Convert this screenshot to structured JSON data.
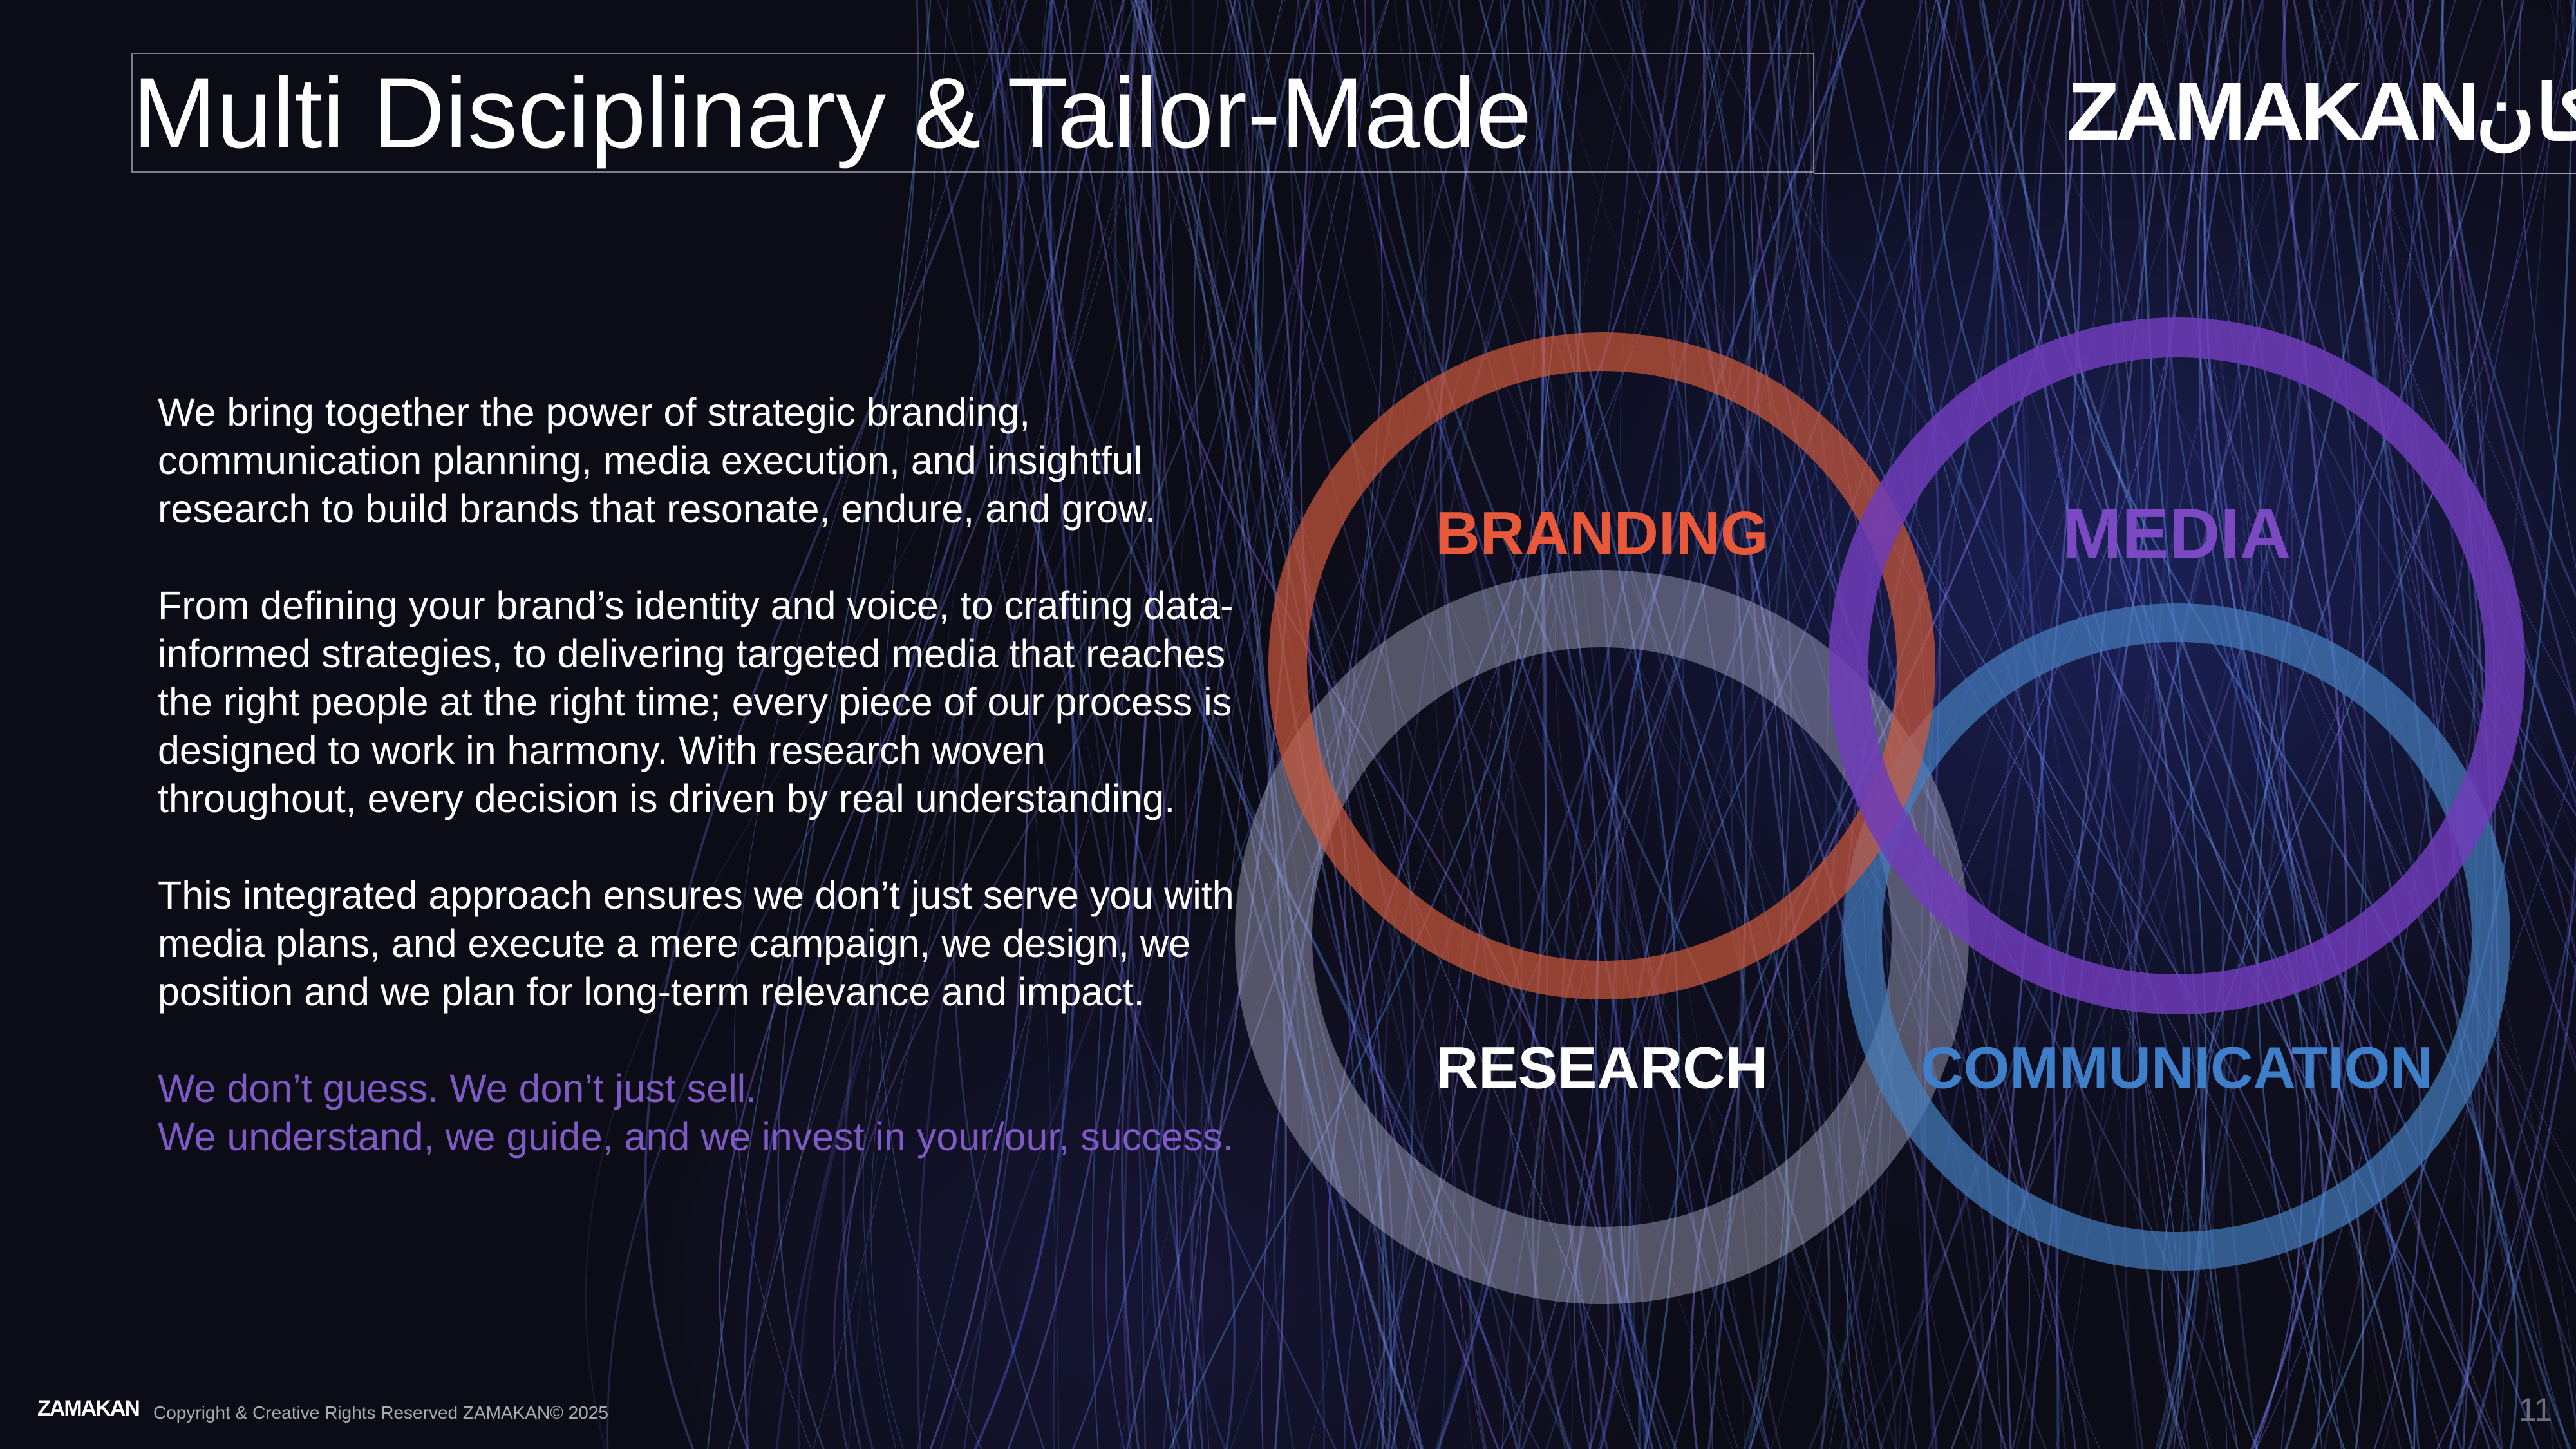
{
  "header": {
    "title": "Multi Disciplinary & Tailor-Made",
    "logo_latin": "ZAMAKAN",
    "logo_arabic": "زمكان"
  },
  "body": {
    "paragraphs": [
      "We bring together the power of strategic branding, communication planning, media execution, and insightful research to build brands that resonate, endure, and grow.",
      "From defining your brand’s identity and voice, to crafting data-informed strategies, to delivering targeted media that reaches the right people at the right time; every piece of our process is designed to work in harmony. With research woven throughout, every decision is driven by real understanding.",
      "This integrated approach ensures we don’t just serve you with media plans, and execute a mere campaign, we design, we position and we plan for long-term relevance and impact."
    ],
    "accent_line1": "We don’t guess. We don’t just sell.",
    "accent_line2": "We understand, we guide, and we invest in your/our, success."
  },
  "diagram": {
    "branding": {
      "label": "BRANDING",
      "color": "#e8583a"
    },
    "media": {
      "label": "MEDIA",
      "color": "#7b4ac2"
    },
    "research": {
      "label": "RESEARCH",
      "color": "#ffffff"
    },
    "communication": {
      "label": "COMMUNICATION",
      "color": "#3f7fc9"
    }
  },
  "footer": {
    "logo": "ZAMAKAN",
    "copyright": "Copyright & Creative Rights Reserved ZAMAKAN© 2025",
    "page_number": "11"
  }
}
